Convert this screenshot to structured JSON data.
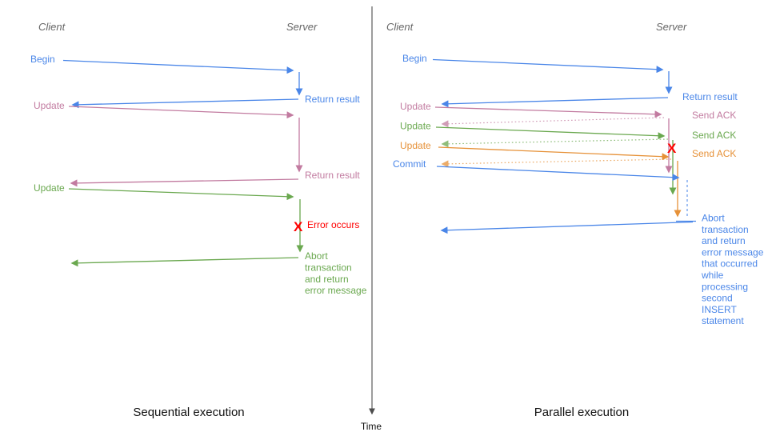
{
  "colors": {
    "blue": "#4a86e8",
    "pink": "#c27ba0",
    "green": "#6aa84f",
    "orange": "#e69138",
    "red": "#ff0000",
    "gray": "#666666",
    "axis": "#4d4d4d",
    "black": "#111111"
  },
  "axis": {
    "label": "Time"
  },
  "left": {
    "caption": "Sequential execution",
    "client": "Client",
    "server": "Server",
    "begin": "Begin",
    "return_result_1": "Return result",
    "update_1": "Update",
    "return_result_2": "Return result",
    "update_2": "Update",
    "error_mark": "X",
    "error_label": "Error occurs",
    "abort_lines": [
      "Abort",
      "transaction",
      "and return",
      "error message"
    ]
  },
  "right": {
    "caption": "Parallel execution",
    "client": "Client",
    "server": "Server",
    "begin": "Begin",
    "return_result": "Return result",
    "update_1": "Update",
    "ack_1": "Send ACK",
    "update_2": "Update",
    "ack_2": "Send ACK",
    "update_3": "Update",
    "ack_3": "Send ACK",
    "commit": "Commit",
    "error_mark": "X",
    "abort_lines": [
      "Abort",
      "transaction",
      "and return",
      "error message",
      "that occurred",
      "while",
      "processing",
      "second",
      "INSERT",
      "statement"
    ]
  }
}
